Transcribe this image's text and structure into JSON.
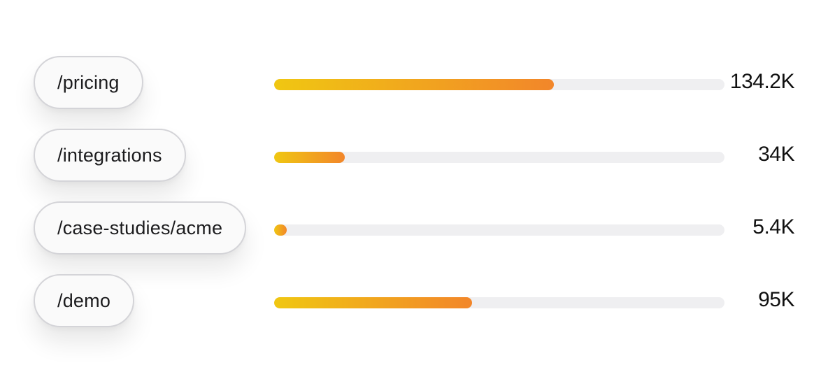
{
  "chart_data": {
    "type": "bar",
    "orientation": "horizontal",
    "categories": [
      "/pricing",
      "/integrations",
      "/case-studies/acme",
      "/demo"
    ],
    "values": [
      134.2,
      34,
      5.4,
      95
    ],
    "value_labels": [
      "134.2K",
      "34K",
      "5.4K",
      "95K"
    ],
    "value_unit": "K",
    "xlim": [
      0,
      216
    ],
    "title": "",
    "xlabel": "",
    "ylabel": "",
    "grid": false,
    "legend": "none"
  },
  "colors": {
    "bar_gradient_start": "#f0c712",
    "bar_gradient_end": "#f2862a",
    "track": "#efeff1",
    "pill_border": "#d4d4d8",
    "pill_background": "#fafafa",
    "text": "#111111"
  }
}
